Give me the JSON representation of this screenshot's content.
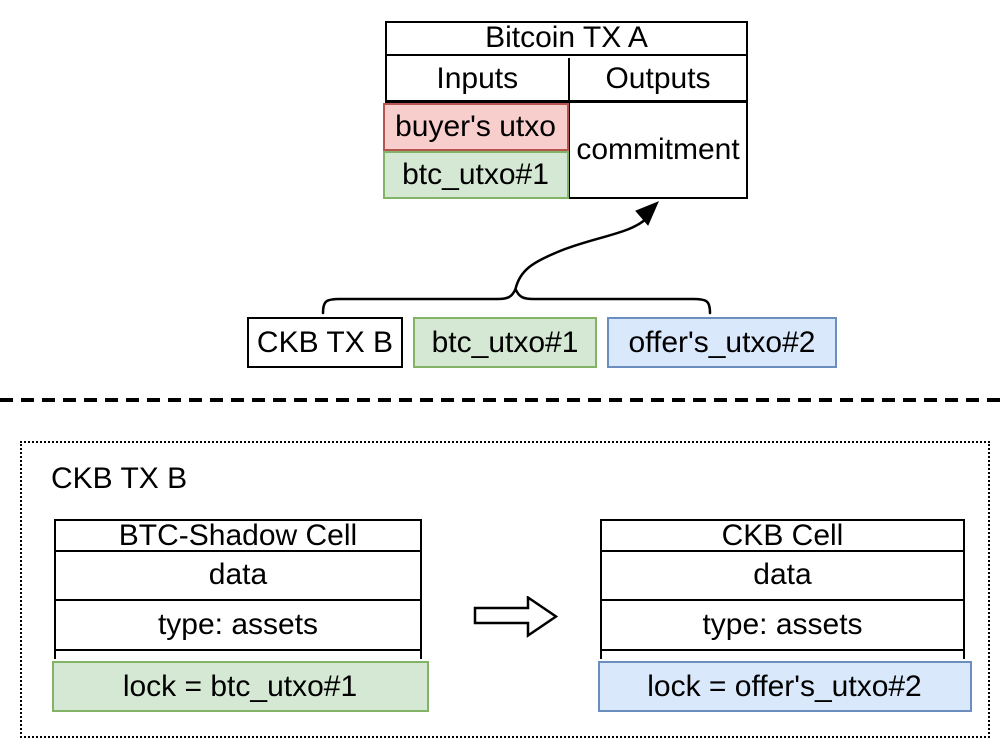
{
  "bitcoin_tx": {
    "title": "Bitcoin TX A",
    "inputs_header": "Inputs",
    "outputs_header": "Outputs",
    "input_red": "buyer's utxo",
    "input_green": "btc_utxo#1",
    "output_commitment": "commitment"
  },
  "ckb_row": {
    "tx_label": "CKB TX B",
    "green_utxo": "btc_utxo#1",
    "blue_utxo": "offer's_utxo#2"
  },
  "ckb_detail": {
    "section_label": "CKB TX B",
    "shadow_cell": {
      "title": "BTC-Shadow Cell",
      "data_row": "data",
      "type_row": "type: assets",
      "lock_row": "lock = btc_utxo#1"
    },
    "ckb_cell": {
      "title": "CKB Cell",
      "data_row": "data",
      "type_row": "type: assets",
      "lock_row": "lock = offer's_utxo#2"
    }
  },
  "colors": {
    "red_fill": "#f8cecc",
    "red_stroke": "#b85450",
    "green_fill": "#d5e8d4",
    "green_stroke": "#82b366",
    "blue_fill": "#dae8fc",
    "blue_stroke": "#6c8ebf",
    "line": "#000000"
  }
}
